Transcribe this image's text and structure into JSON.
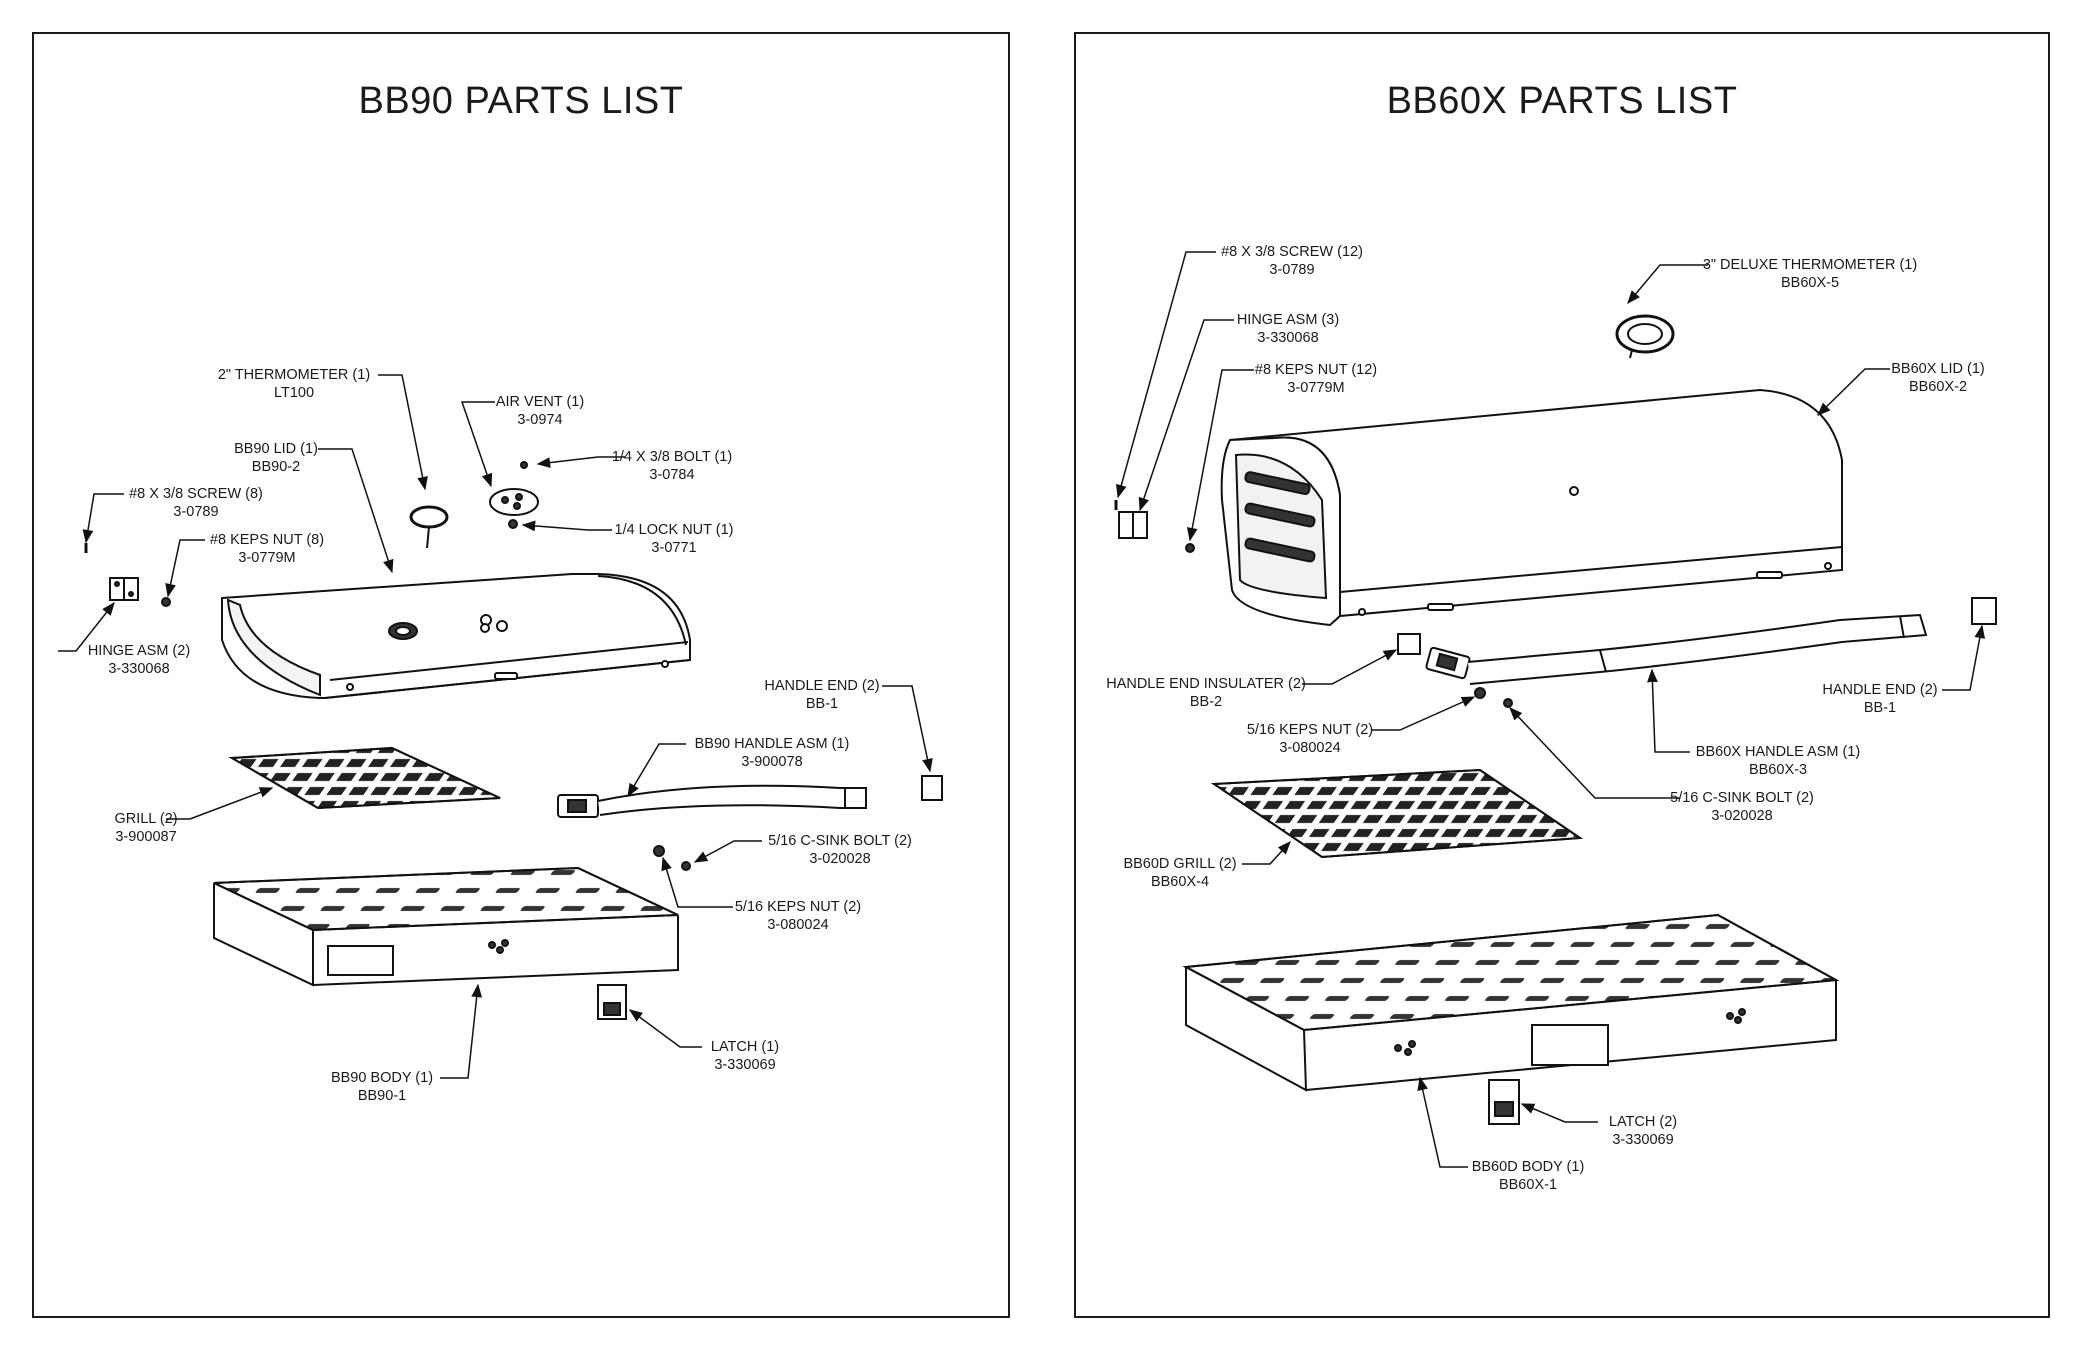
{
  "left": {
    "title": "BB90 PARTS LIST",
    "parts": [
      {
        "name": "2\" THERMOMETER (1)",
        "code": "LT100"
      },
      {
        "name": "AIR VENT (1)",
        "code": "3-0974"
      },
      {
        "name": "BB90 LID (1)",
        "code": "BB90-2"
      },
      {
        "name": "1/4 X 3/8 BOLT (1)",
        "code": "3-0784"
      },
      {
        "name": "#8 X 3/8 SCREW (8)",
        "code": "3-0789"
      },
      {
        "name": "1/4 LOCK NUT (1)",
        "code": "3-0771"
      },
      {
        "name": "#8 KEPS NUT (8)",
        "code": "3-0779M"
      },
      {
        "name": "HINGE ASM (2)",
        "code": "3-330068"
      },
      {
        "name": "HANDLE END (2)",
        "code": "BB-1"
      },
      {
        "name": "BB90 HANDLE ASM (1)",
        "code": "3-900078"
      },
      {
        "name": "GRILL (2)",
        "code": "3-900087"
      },
      {
        "name": "5/16 C-SINK BOLT (2)",
        "code": "3-020028"
      },
      {
        "name": "5/16 KEPS NUT (2)",
        "code": "3-080024"
      },
      {
        "name": "LATCH (1)",
        "code": "3-330069"
      },
      {
        "name": "BB90 BODY (1)",
        "code": "BB90-1"
      }
    ]
  },
  "right": {
    "title": "BB60X PARTS LIST",
    "parts": [
      {
        "name": "#8 X 3/8 SCREW (12)",
        "code": "3-0789"
      },
      {
        "name": "3\" DELUXE THERMOMETER (1)",
        "code": "BB60X-5"
      },
      {
        "name": "HINGE ASM (3)",
        "code": "3-330068"
      },
      {
        "name": "#8 KEPS NUT (12)",
        "code": "3-0779M"
      },
      {
        "name": "BB60X LID (1)",
        "code": "BB60X-2"
      },
      {
        "name": "HANDLE END INSULATER (2)",
        "code": "BB-2"
      },
      {
        "name": "HANDLE END (2)",
        "code": "BB-1"
      },
      {
        "name": "5/16 KEPS NUT (2)",
        "code": "3-080024"
      },
      {
        "name": "BB60X HANDLE ASM (1)",
        "code": "BB60X-3"
      },
      {
        "name": "5/16 C-SINK BOLT (2)",
        "code": "3-020028"
      },
      {
        "name": "BB60D GRILL (2)",
        "code": "BB60X-4"
      },
      {
        "name": "LATCH (2)",
        "code": "3-330069"
      },
      {
        "name": "BB60D BODY (1)",
        "code": "BB60X-1"
      }
    ]
  }
}
